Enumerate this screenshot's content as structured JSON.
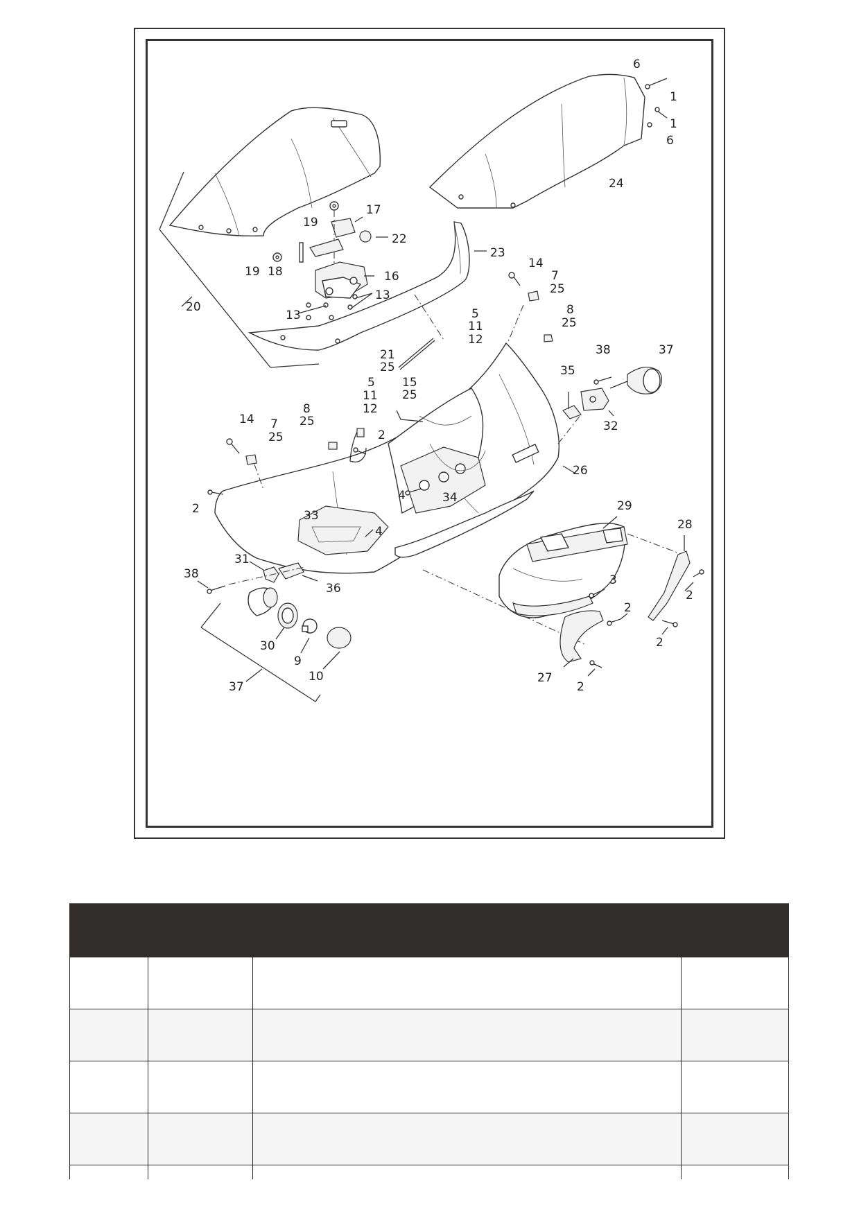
{
  "diagram": {
    "callouts": {
      "c6a": "6",
      "c1a": "1",
      "c1b": "1",
      "c6b": "6",
      "c24": "24",
      "c17": "17",
      "c19a": "19",
      "c22": "22",
      "c23": "23",
      "c19b": "19",
      "c18": "18",
      "c16": "16",
      "c13a": "13",
      "c13b": "13",
      "c20": "20",
      "c14a": "14",
      "c7a": "7",
      "c25a": "25",
      "c8a": "8",
      "c25b": "25",
      "c5a": "5",
      "c11a": "11",
      "c12a": "12",
      "c21": "21",
      "c25c": "25",
      "c38a": "38",
      "c37a": "37",
      "c35": "35",
      "c32": "32",
      "c5b": "5",
      "c11b": "11",
      "c12b": "12",
      "c15": "15",
      "c25d": "25",
      "c8b": "8",
      "c25e": "25",
      "c14b": "14",
      "c7b": "7",
      "c25f": "25",
      "c2a": "2",
      "c2b": "2",
      "c26": "26",
      "c4a": "4",
      "c34": "34",
      "c33": "33",
      "c4b": "4",
      "c29": "29",
      "c28": "28",
      "c3": "3",
      "c2c": "2",
      "c2d": "2",
      "c2e": "2",
      "c2f": "2",
      "c27": "27",
      "c31": "31",
      "c36": "36",
      "c38b": "38",
      "c30": "30",
      "c9": "9",
      "c10": "10",
      "c37b": "37"
    }
  },
  "table": {
    "columns": 4,
    "rows": 5
  }
}
